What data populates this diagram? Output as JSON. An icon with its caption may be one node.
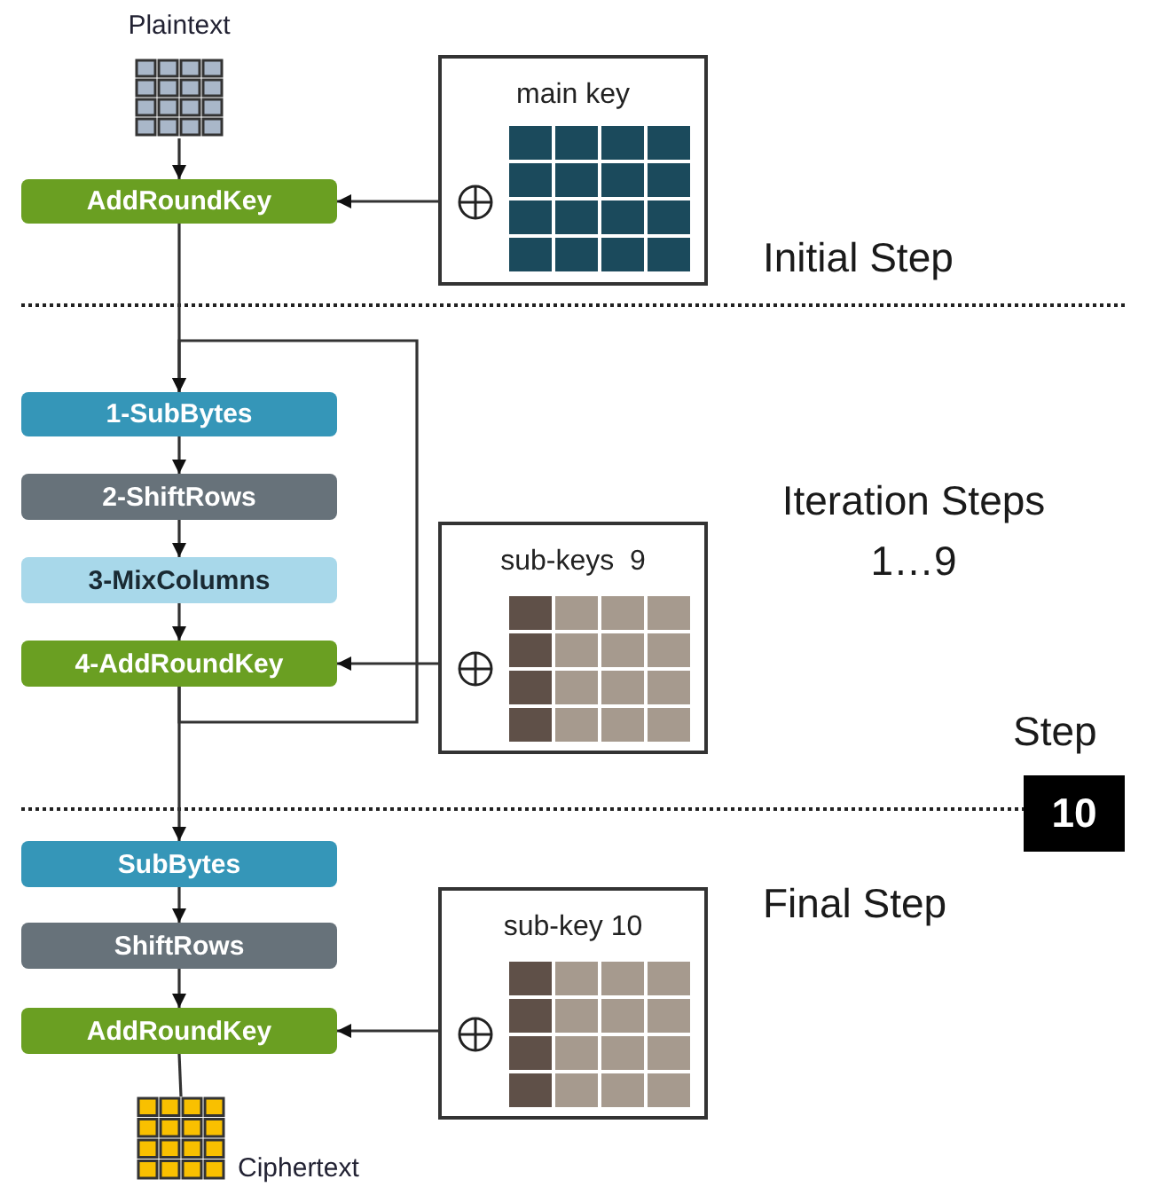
{
  "diagram": {
    "nodes": [
      {
        "text": [
          "Plaintext"
        ]
      },
      {
        "text": [
          "AddRoundKey"
        ]
      },
      {
        "text": [
          "main key"
        ]
      },
      {
        "text": [
          "1-SubBytes"
        ]
      },
      {
        "text": [
          "2-ShiftRows"
        ]
      },
      {
        "text": [
          "3-MixColumns"
        ]
      },
      {
        "text": [
          "4-AddRoundKey"
        ]
      },
      {
        "text": [
          "sub-keys  9"
        ]
      },
      {
        "text": [
          "SubBytes"
        ]
      },
      {
        "text": [
          "ShiftRows"
        ]
      },
      {
        "text": [
          "AddRoundKey"
        ]
      },
      {
        "text": [
          "sub-key 10"
        ]
      },
      {
        "text": [
          "Ciphertext"
        ]
      },
      {
        "text": [
          "10"
        ],
        "beside": [
          "Step"
        ]
      }
    ],
    "edges": [
      {
        "from": 0,
        "to": 1,
        "arrow": "to"
      },
      {
        "from": 2,
        "to": 1,
        "arrow": "to"
      },
      {
        "from": 1,
        "to": 3,
        "arrow": "to"
      },
      {
        "from": 3,
        "to": 4,
        "arrow": "to"
      },
      {
        "from": 4,
        "to": 5,
        "arrow": "to"
      },
      {
        "from": 5,
        "to": 6,
        "arrow": "to"
      },
      {
        "from": 6,
        "to": 3,
        "arrow": "to"
      },
      {
        "from": 7,
        "to": 6,
        "arrow": "to"
      },
      {
        "from": 6,
        "to": 8,
        "arrow": "to"
      },
      {
        "from": 8,
        "to": 9,
        "arrow": "to"
      },
      {
        "from": 9,
        "to": 10,
        "arrow": "to"
      },
      {
        "from": 11,
        "to": 10,
        "arrow": "to"
      },
      {
        "from": 10,
        "to": 12,
        "arrow": "none"
      }
    ],
    "labels": [
      "Initial Step",
      "Iteration Steps 1…9",
      "Final Step"
    ]
  }
}
